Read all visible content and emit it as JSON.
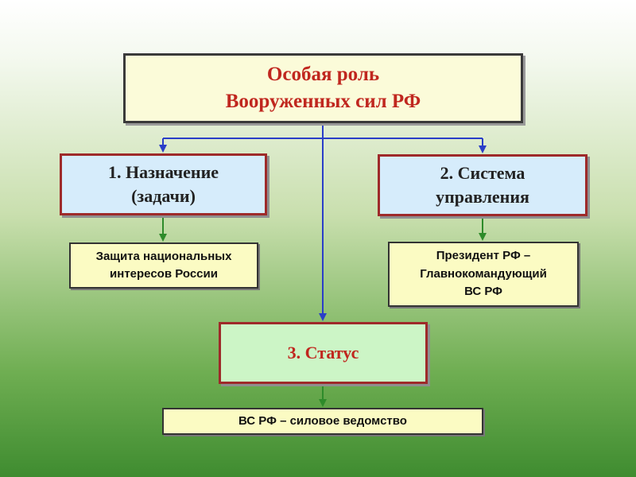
{
  "title": {
    "line1": "Особая роль",
    "line2": "Вооруженных сил РФ"
  },
  "purpose": {
    "line1": "1. Назначение",
    "line2": "(задачи)"
  },
  "management": {
    "line1": "2. Система",
    "line2": "управления"
  },
  "status": {
    "label": "3. Статус"
  },
  "defense": {
    "line1": "Защита национальных",
    "line2": "интересов России"
  },
  "president": {
    "line1": "Президент РФ –",
    "line2": "Главнокомандующий",
    "line3": "ВС РФ"
  },
  "agency": {
    "label": "ВС РФ – силовое ведомство"
  },
  "colors": {
    "main_arrow": "#2a3ec8",
    "sub_arrow": "#2e8b2a",
    "title_text": "#c0271f"
  }
}
